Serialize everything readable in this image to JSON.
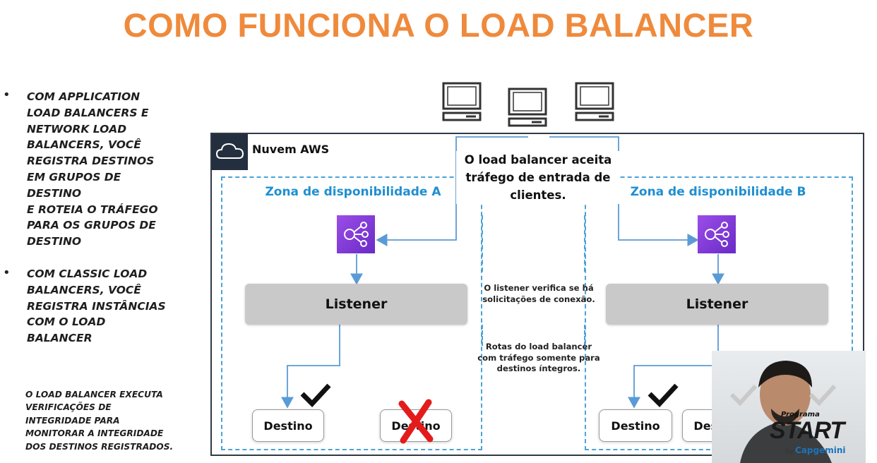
{
  "title": "COMO FUNCIONA O LOAD BALANCER",
  "bullets": [
    {
      "text": "COM APPLICATION\nLOAD BALANCERS E\nNETWORK LOAD\nBALANCERS, VOCÊ\nREGISTRA DESTINOS\nEM GRUPOS DE\nDESTINO\nE ROTEIA O TRÁFEGO\nPARA OS GRUPOS DE\nDESTINO"
    },
    {
      "text": "COM CLASSIC LOAD\nBALANCERS, VOCÊ\nREGISTRA INSTÂNCIAS\nCOM O LOAD\nBALANCER"
    }
  ],
  "note": "O LOAD BALANCER EXECUTA\nVERIFICAÇÕES DE\nINTEGRIDADE PARA\nMONITORAR A INTEGRIDADE\nDOS DESTINOS REGISTRADOS.",
  "diagram": {
    "cloud_label": "Nuvem AWS",
    "callout": "O load balancer aceita\ntráfego de entrada de\nclientes.",
    "listener_note": "O listener verifica se há\nsolicitações de conexão.",
    "routing_note": "Rotas do load balancer\ncom tráfego somente para\ndestinos íntegros.",
    "zone_a": {
      "title": "Zona de disponibilidade A",
      "listener": "Listener",
      "targets": [
        "Destino",
        "Destino"
      ]
    },
    "zone_b": {
      "title": "Zona de disponibilidade B",
      "listener": "Listener",
      "targets": [
        "Destino",
        "Destino"
      ]
    }
  },
  "branding": {
    "program": "Programa",
    "name": "START",
    "by": "by",
    "company": "Capgemini"
  },
  "colors": {
    "title": "#ef8a3c",
    "zone_title": "#1f8fd0",
    "elb": "#7b3fe4",
    "arrow": "#5b9bd5",
    "check": "#111111",
    "cross": "#e41b1b"
  }
}
